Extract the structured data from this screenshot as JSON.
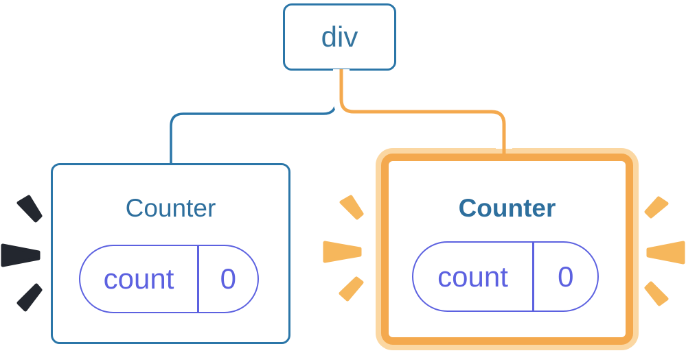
{
  "diagram": {
    "description": "React component tree: div root with two Counter children; right Counter highlighted as updating",
    "root_node": {
      "label": "div"
    },
    "left_counter": {
      "title": "Counter",
      "pill": {
        "key": "count",
        "value": "0"
      }
    },
    "right_counter": {
      "title": "Counter",
      "pill": {
        "key": "count",
        "value": "0"
      }
    },
    "colors": {
      "tree_blue": "#2B76A8",
      "title_text_blue": "#2E6F9D",
      "node_label_blue": "#34749E",
      "state_purple": "#5C61E0",
      "highlight_orange": "#F4A94E",
      "highlight_halo_orange": "#FBD7A2",
      "spark_orange": "#F6B75C",
      "spark_navy": "#23272F",
      "node_background": "#FFFFFF"
    }
  }
}
